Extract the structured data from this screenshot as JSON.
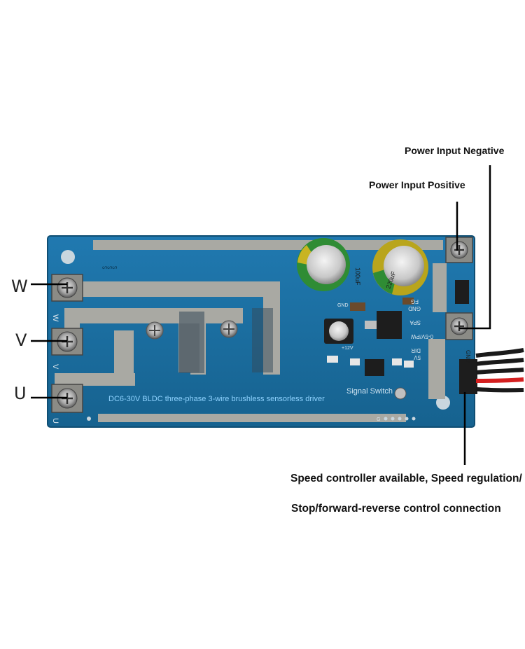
{
  "callouts": {
    "power_negative": "Power Input Negative",
    "power_positive": "Power Input Positive",
    "speed_line1": "Speed controller available, Speed regulation/",
    "speed_line2": "Stop/forward-reverse control connection"
  },
  "phases": {
    "w": "W",
    "v": "V",
    "u": "U"
  },
  "board": {
    "title": "DC6-30V BLDC three-phase 3-wire brushless sensorless driver",
    "signal_switch": "Signal Switch",
    "silk_left_w": "W",
    "silk_left_v": "V",
    "silk_left_u": "U",
    "silk_fg": "FG",
    "silk_gnd": "GND",
    "silk_spa": "SPA",
    "silk_5v": "5V",
    "silk_0_5v": "0-5V/PW",
    "silk_dir": "DIR",
    "silk_gnd2": "GND",
    "silk_gnd3": "GND",
    "silk_12v": "+12V",
    "silk_g": "G",
    "silk_code": "ᔕᔕᔕ",
    "cap1_marking": "100uF",
    "cap2_marking": "220uF"
  },
  "colors": {
    "board": "#1a6fa3",
    "copper": "#a9a9a3",
    "cap_green": "#2f8c34",
    "cap_yellow": "#b9a51c"
  }
}
